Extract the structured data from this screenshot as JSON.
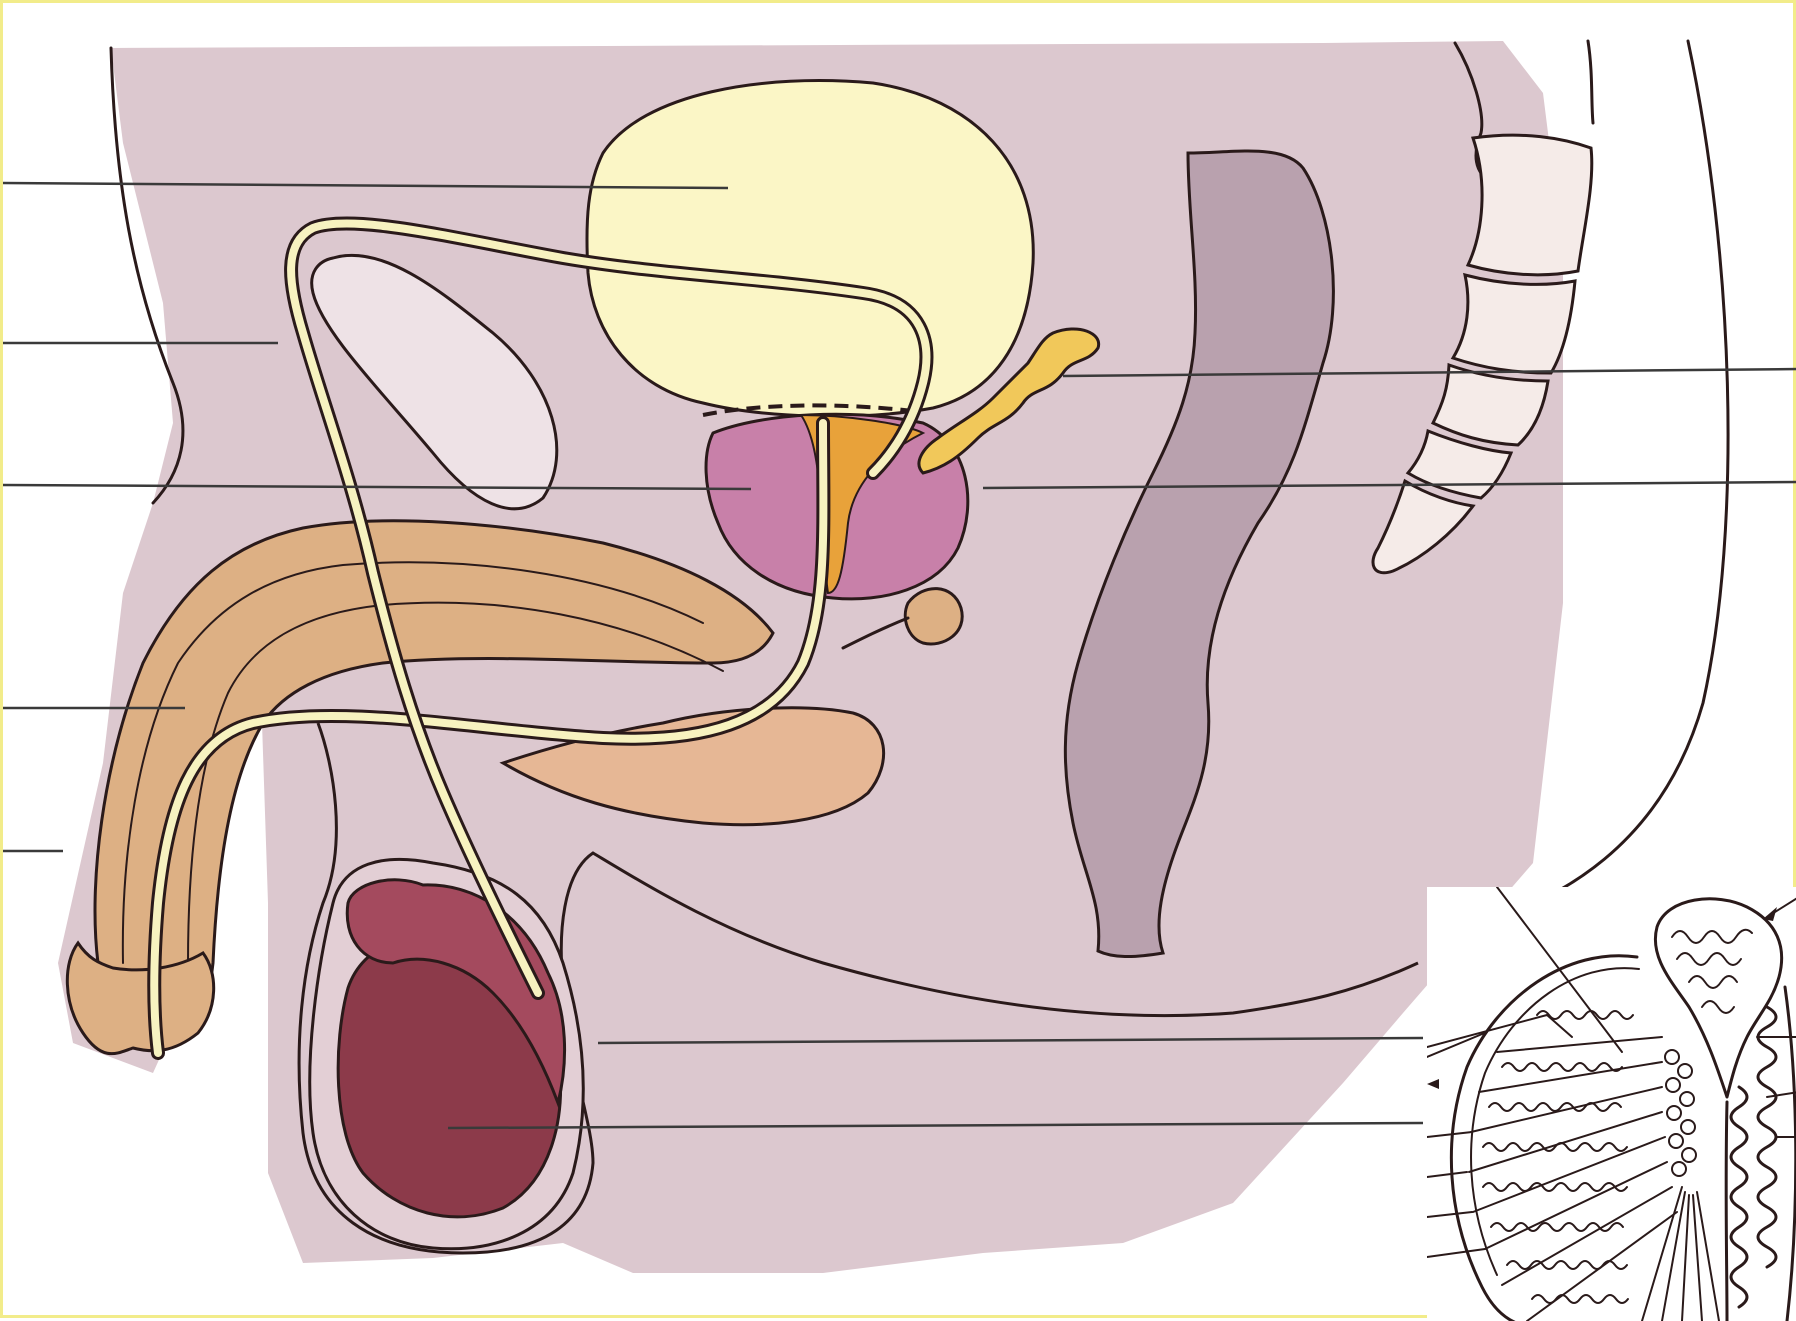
{
  "figure": {
    "kind": "anatomical-sagittal-section",
    "subject": "male-reproductive-system",
    "inset_subject": "testis-cross-section",
    "label_lines_blank": true,
    "colors": {
      "frame_border": "#f2ec8a",
      "background": "#ffffff",
      "body_tissue": "#dcc8cf",
      "body_tissue_dark": "#c9b2bc",
      "bladder": "#fbf6c6",
      "seminal_vesicle": "#f1c85a",
      "prostate": "#c880a9",
      "penis_shaft": "#ddb084",
      "urethra_tube": "#f7f2c0",
      "testis": "#8c3a4a",
      "epididymis": "#a44a5e",
      "scrotum": "#e3cfd5",
      "rectum": "#b9a1ae",
      "vertebrae": "#f5ebe8",
      "outline": "#2a1a1a"
    }
  }
}
